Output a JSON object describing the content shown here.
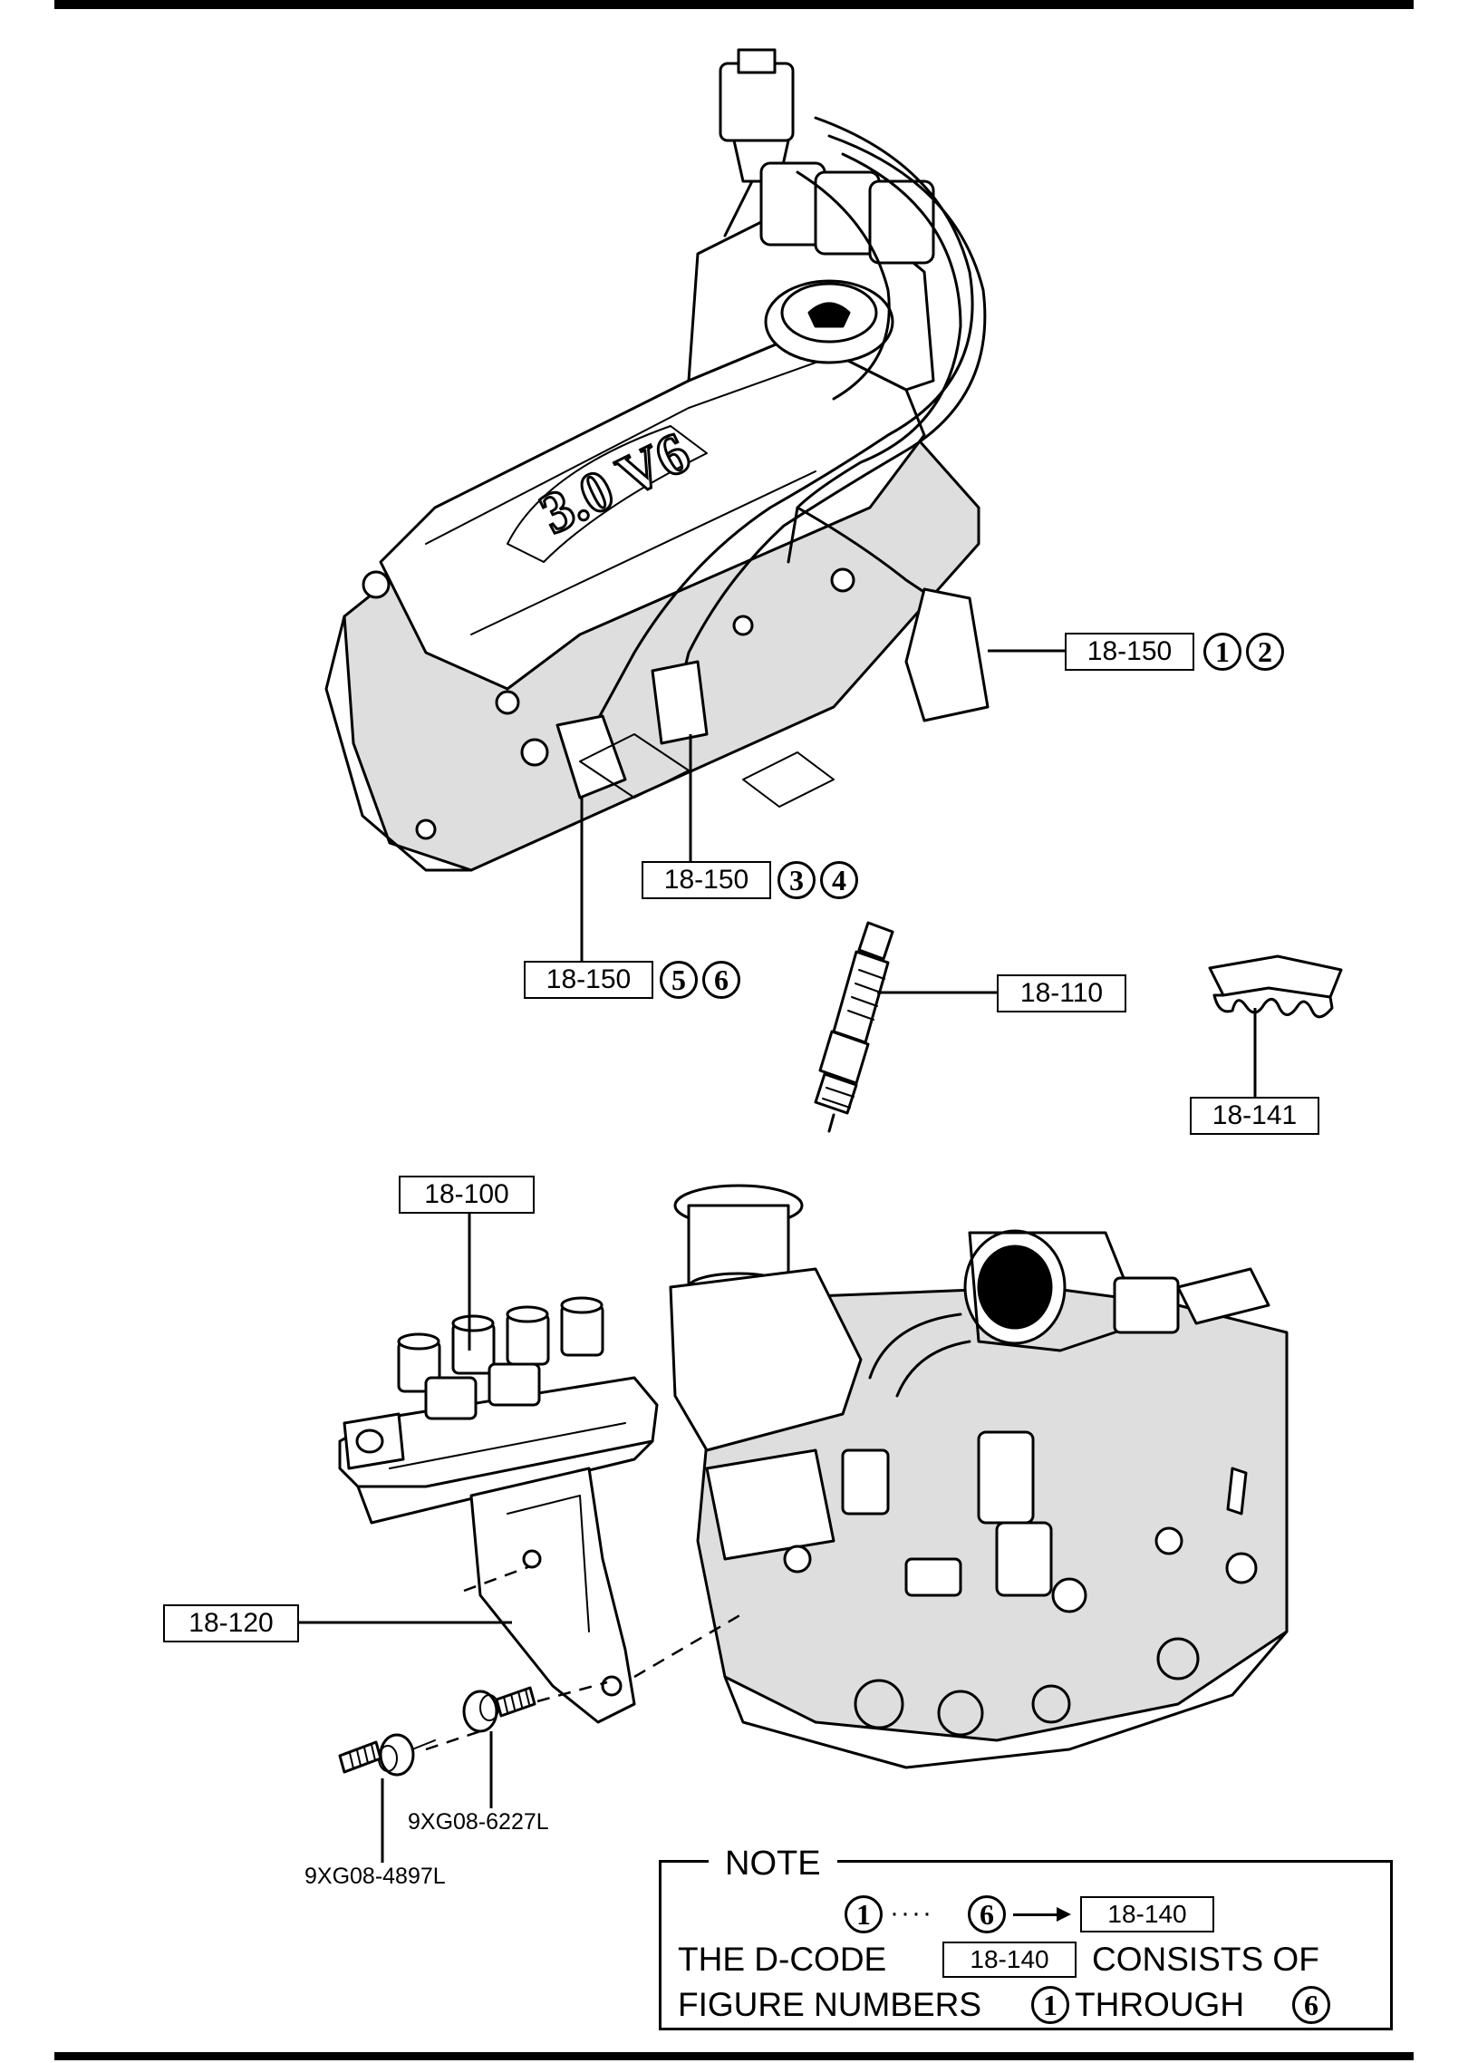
{
  "callouts": {
    "wire_12": {
      "code": "18-150",
      "nums": [
        "1",
        "2"
      ]
    },
    "wire_34": {
      "code": "18-150",
      "nums": [
        "3",
        "4"
      ]
    },
    "wire_56": {
      "code": "18-150",
      "nums": [
        "5",
        "6"
      ]
    },
    "spark_plug": {
      "code": "18-110"
    },
    "separator": {
      "code": "18-141"
    },
    "coil": {
      "code": "18-100"
    },
    "bracket": {
      "code": "18-120"
    }
  },
  "engine_marking": "3.0 V6",
  "bolts": {
    "bolt_a": "9XG08-6227L",
    "bolt_b": "9XG08-4897L"
  },
  "note": {
    "title": "NOTE",
    "from_num": "1",
    "to_num": "6",
    "dots": "····",
    "target_code": "18-140",
    "line2_pre": "THE D-CODE",
    "line2_code": "18-140",
    "line2_post": "CONSISTS OF",
    "line3_pre": "FIGURE NUMBERS",
    "line3_num_a": "1",
    "line3_mid": "THROUGH",
    "line3_num_b": "6"
  }
}
